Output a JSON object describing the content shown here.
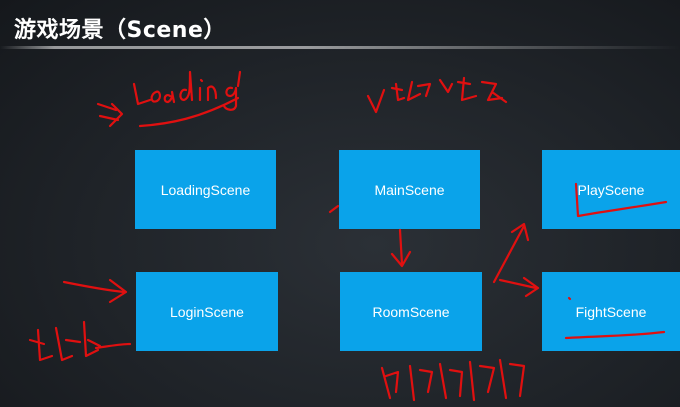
{
  "slide": {
    "title": "游戏场景（Scene）"
  },
  "scenes": [
    {
      "label": "LoadingScene"
    },
    {
      "label": "MainScene"
    },
    {
      "label": "PlayScene"
    },
    {
      "label": "LoginScene"
    },
    {
      "label": "RoomScene"
    },
    {
      "label": "FightScene"
    }
  ],
  "colors": {
    "box": "#0aa3ea",
    "ink": "#e01010",
    "background": "#1f2328"
  }
}
